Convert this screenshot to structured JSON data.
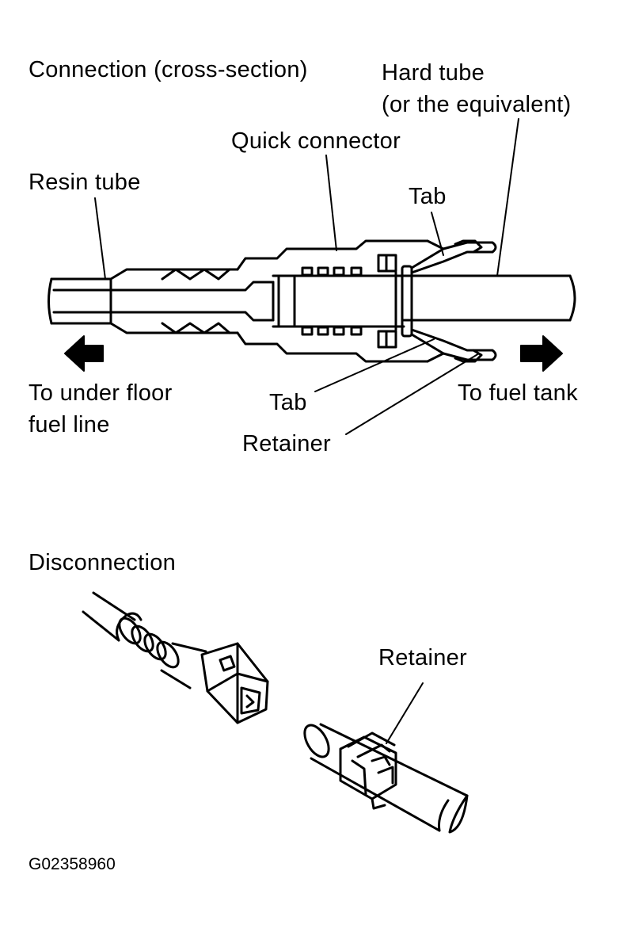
{
  "connection": {
    "heading": "Connection (cross-section)",
    "labels": {
      "hard_tube_line1": "Hard tube",
      "hard_tube_line2": "(or the equivalent)",
      "quick_connector": "Quick connector",
      "resin_tube": "Resin tube",
      "tab_top": "Tab",
      "tab_bottom": "Tab",
      "retainer": "Retainer",
      "to_under_floor_line1": "To under floor",
      "to_under_floor_line2": "fuel line",
      "to_fuel_tank": "To fuel tank"
    }
  },
  "disconnection": {
    "heading": "Disconnection",
    "labels": {
      "retainer": "Retainer"
    }
  },
  "figure_code": "G02358960"
}
